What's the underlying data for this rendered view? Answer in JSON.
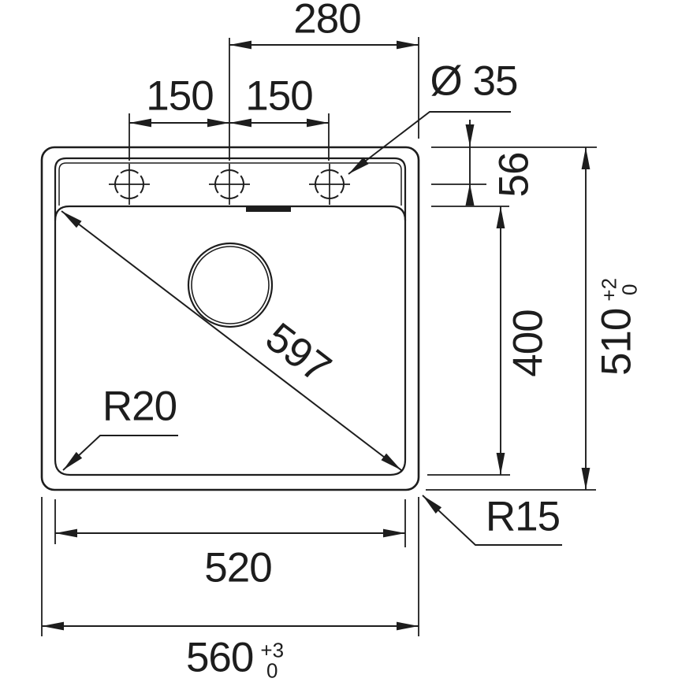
{
  "drawing": {
    "type": "technical-dimension-drawing",
    "subject": "inset kitchen sink top view with single bowl, three tap holes and drain",
    "units": "mm",
    "colors": {
      "line": "#1d1d1d",
      "background": "#ffffff"
    }
  },
  "dims": {
    "top_width": "280",
    "spacing_left": "150",
    "spacing_right": "150",
    "hole_diameter": "Ø 35",
    "hole_offset": "56",
    "bowl_depth": "400",
    "diagonal": "597",
    "bowl_corner_radius": "R20",
    "outer_corner_radius": "R15",
    "bowl_width": "520",
    "cutout_depth": {
      "value": "510",
      "tol_plus": "+2",
      "tol_minus": "0"
    },
    "cutout_width": {
      "value": "560",
      "tol_plus": "+3",
      "tol_minus": "0"
    }
  }
}
